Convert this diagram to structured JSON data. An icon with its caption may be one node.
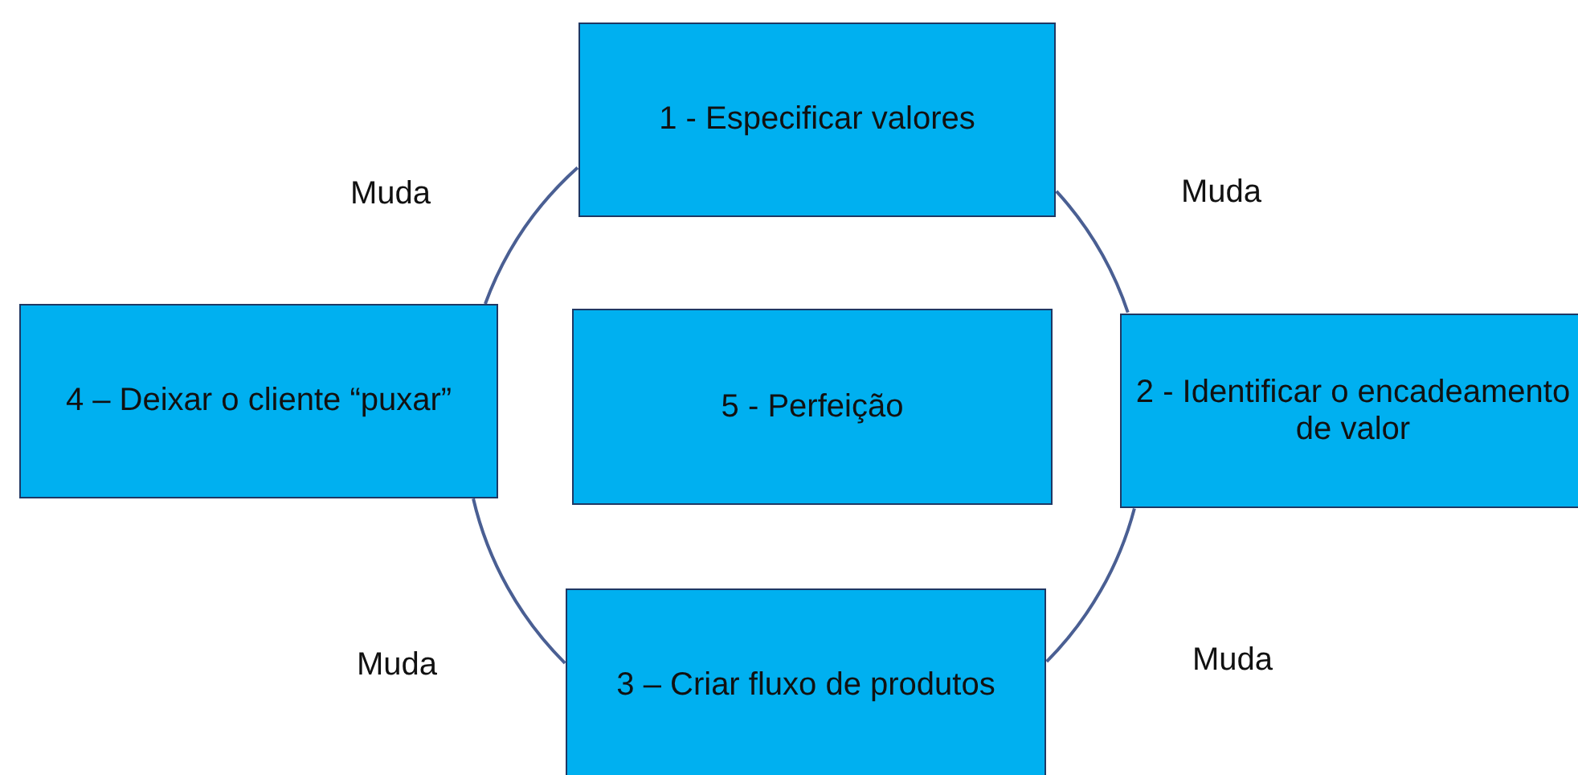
{
  "diagram": {
    "nodes": [
      {
        "text": [
          "1 - Especificar valores"
        ]
      },
      {
        "text": [
          "2 - Identificar o encadeamento de valor"
        ]
      },
      {
        "text": [
          "3 – Criar fluxo de produtos"
        ]
      },
      {
        "text": [
          "4 – Deixar o cliente “puxar”"
        ]
      },
      {
        "text": [
          "5 - Perfeição"
        ]
      }
    ],
    "edges": [
      {
        "from": 0,
        "to": 1,
        "arrow": "none"
      },
      {
        "from": 1,
        "to": 2,
        "arrow": "none"
      },
      {
        "from": 2,
        "to": 3,
        "arrow": "none"
      },
      {
        "from": 3,
        "to": 0,
        "arrow": "none"
      }
    ],
    "labels": [
      "Muda",
      "Muda",
      "Muda",
      "Muda"
    ]
  }
}
